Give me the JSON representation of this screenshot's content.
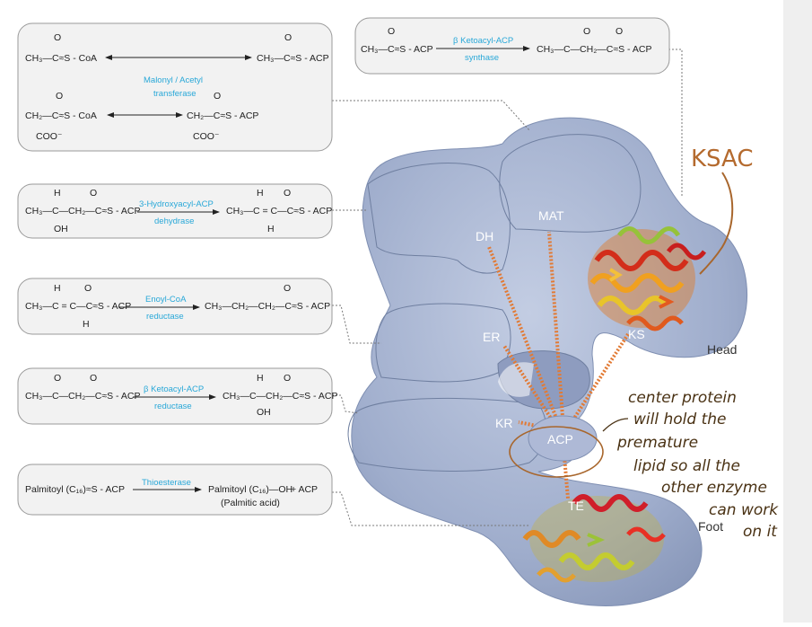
{
  "reactions": [
    {
      "top_left": "CH₃—C≈S - CoA",
      "top_right": "CH₃—C≈S - ACP",
      "enzyme_line1": "Malonyl / Acetyl",
      "enzyme_line2": "transferase",
      "bottom_left": "CH₂—C≈S - CoA",
      "bottom_left_sub": "COO⁻",
      "bottom_right": "CH₂—C≈S - ACP",
      "bottom_right_sub": "COO⁻"
    },
    {
      "substrate": "CH₃—C≈S - ACP",
      "enzyme_line1": "β Ketoacyl-ACP",
      "enzyme_line2": "synthase",
      "product": "CH₃—C—CH₂—C≈S - ACP"
    },
    {
      "substrate": "CH₃—C—CH₂—C≈S - ACP",
      "substrate_sub": "OH",
      "enzyme_line1": "3-Hydroxyacyl-ACP",
      "enzyme_line2": "dehydrase",
      "product": "CH₃—C = C—C≈S - ACP",
      "product_sub": "H"
    },
    {
      "substrate": "CH₃—C = C—C≈S - ACP",
      "substrate_sub": "H",
      "enzyme_line1": "Enoyl-CoA",
      "enzyme_line2": "reductase",
      "product": "CH₃—CH₂—CH₂—C≈S - ACP"
    },
    {
      "substrate": "CH₃—C—CH₂—C≈S - ACP",
      "enzyme_line1": "β Ketoacyl-ACP",
      "enzyme_line2": "reductase",
      "product": "CH₃—C—CH₂—C≈S - ACP",
      "product_sub": "OH"
    },
    {
      "substrate": "Palmitoyl (C₁₆)≈S - ACP",
      "enzyme_line1": "Thioesterase",
      "product": "Palmitoyl (C₁₆)—OH",
      "product_sub": "(Palmitic acid)",
      "extra": "+ ACP"
    }
  ],
  "atoms": {
    "O": "O",
    "H": "H"
  },
  "domains": {
    "dh": "DH",
    "mat": "MAT",
    "er": "ER",
    "kr": "KR",
    "ks": "KS",
    "acp": "ACP",
    "te": "TE"
  },
  "regions": {
    "head": "Head",
    "foot": "Foot"
  },
  "handwriting": {
    "ksac": "KSAC",
    "note": [
      "center protein",
      "will hold the",
      "premature",
      "lipid so all the",
      "other enzyme",
      "can work",
      "on it"
    ]
  },
  "colors": {
    "enzyme_text": "#29a8d8",
    "complex_fill": "#a9b6d3",
    "connector": "#e27a34",
    "annotation": "#b46a2e"
  }
}
